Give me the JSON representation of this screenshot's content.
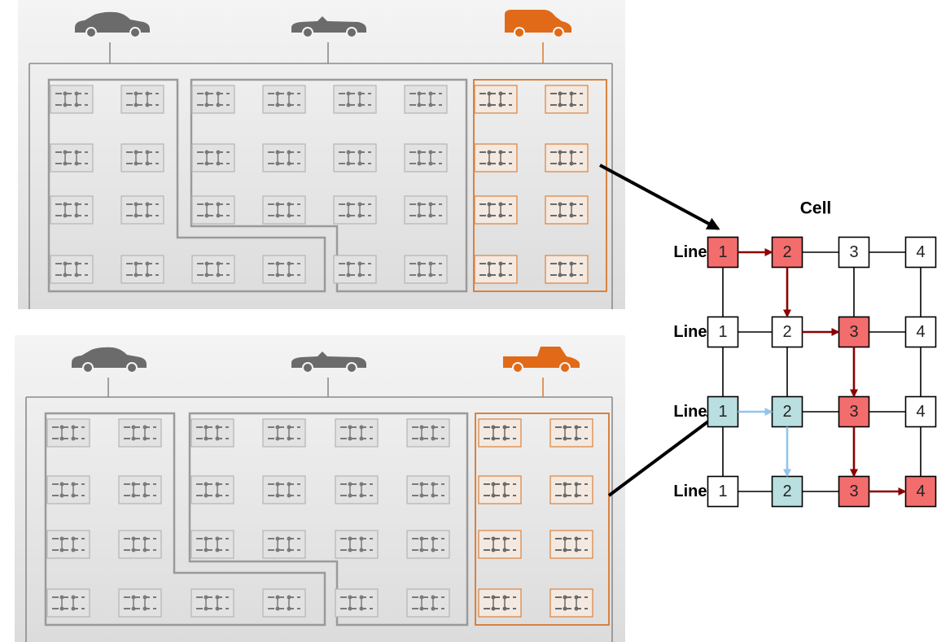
{
  "colors": {
    "active_red": "#f46d6d",
    "active_blue": "#b9dfe0",
    "red_arrow": "#8b0000",
    "blue_arrow": "#8fc5ef",
    "orange": "#e06a18",
    "car_gray": "#6b6b6b"
  },
  "panels": [
    {
      "vehicles": [
        "sedan-icon",
        "convertible-icon",
        "van-icon"
      ],
      "highlighted_vehicle": 2
    },
    {
      "vehicles": [
        "sedan-icon",
        "convertible-icon",
        "pickup-truck-icon"
      ],
      "highlighted_vehicle": 2
    }
  ],
  "grid": {
    "title": "Cell",
    "row_label": "Line",
    "cell_labels": [
      [
        "1",
        "2",
        "3",
        "4"
      ],
      [
        "1",
        "2",
        "3",
        "4"
      ],
      [
        "1",
        "2",
        "3",
        "4"
      ],
      [
        "1",
        "2",
        "3",
        "4"
      ]
    ],
    "cell_states": [
      [
        "red",
        "red",
        "none",
        "none"
      ],
      [
        "none",
        "none",
        "red",
        "none"
      ],
      [
        "blue",
        "blue",
        "red",
        "none"
      ],
      [
        "none",
        "blue",
        "red",
        "red"
      ]
    ],
    "red_path": [
      [
        0,
        0
      ],
      [
        0,
        1
      ],
      [
        1,
        1
      ],
      [
        1,
        2
      ],
      [
        2,
        2
      ],
      [
        3,
        2
      ],
      [
        3,
        3
      ]
    ],
    "blue_path": [
      [
        2,
        0
      ],
      [
        2,
        1
      ],
      [
        3,
        1
      ]
    ]
  }
}
